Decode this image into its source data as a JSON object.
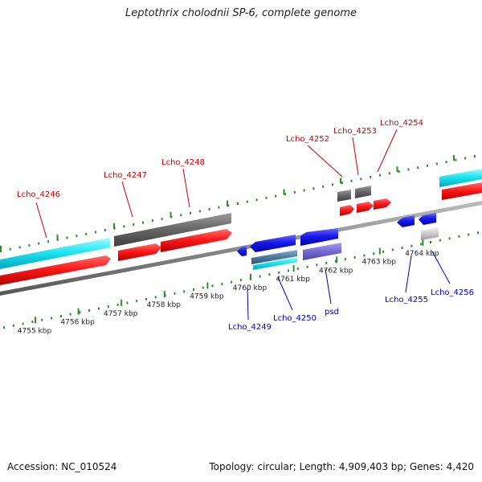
{
  "title": "Leptothrix cholodnii SP-6, complete genome",
  "footer": {
    "accession": "Accession: NC_010524",
    "summary": "Topology: circular; Length: 4,909,403 bp; Genes: 4,420"
  },
  "colors": {
    "backbone": "#8a8a8a",
    "ruler": "#2e8b2e",
    "forward_label": "#cc0000",
    "reverse_label": "#0000bb"
  },
  "scale": {
    "unit": "kbp",
    "ticks": [
      {
        "label": "4755 kbp",
        "kbp": 4755
      },
      {
        "label": "4756 kbp",
        "kbp": 4756
      },
      {
        "label": "4757 kbp",
        "kbp": 4757
      },
      {
        "label": "4758 kbp",
        "kbp": 4758
      },
      {
        "label": "4759 kbp",
        "kbp": 4759
      },
      {
        "label": "4760 kbp",
        "kbp": 4760
      },
      {
        "label": "4761 kbp",
        "kbp": 4761
      },
      {
        "label": "4762 kbp",
        "kbp": 4762
      },
      {
        "label": "4763 kbp",
        "kbp": 4763
      },
      {
        "label": "4764 kbp",
        "kbp": 4764
      }
    ]
  },
  "forward_labels": [
    {
      "text": "Lcho_4246"
    },
    {
      "text": "Lcho_4247"
    },
    {
      "text": "Lcho_4248"
    },
    {
      "text": "Lcho_4252"
    },
    {
      "text": "Lcho_4253"
    },
    {
      "text": "Lcho_4254"
    }
  ],
  "reverse_labels": [
    {
      "text": "Lcho_4249"
    },
    {
      "text": "Lcho_4250"
    },
    {
      "text": "psd"
    },
    {
      "text": "Lcho_4255"
    },
    {
      "text": "Lcho_4256"
    }
  ]
}
